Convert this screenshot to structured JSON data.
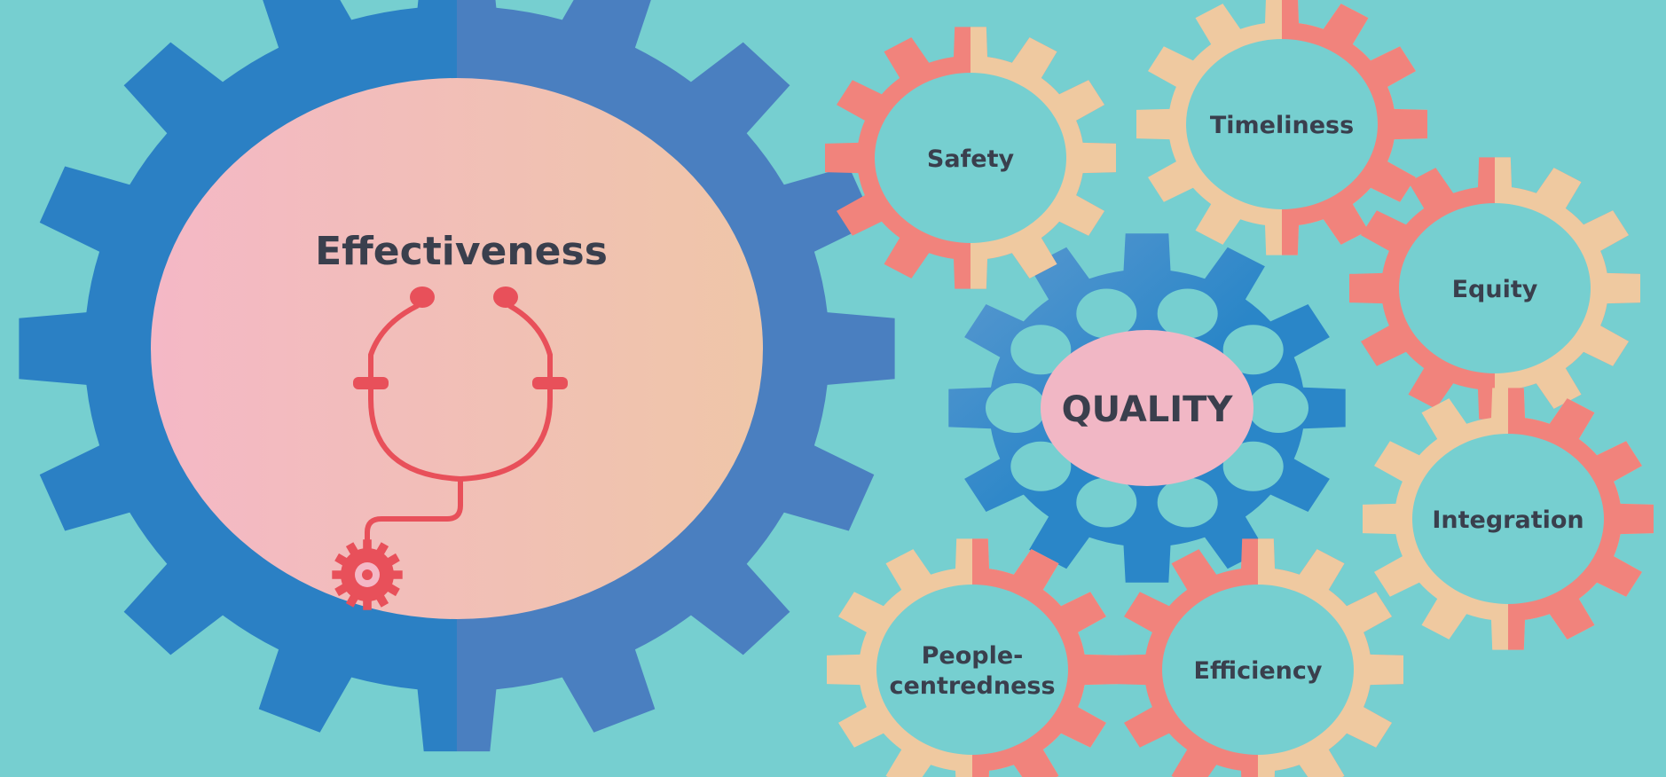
{
  "diagram": {
    "main_gear": {
      "label": "Effectiveness",
      "icon": "stethoscope-icon"
    },
    "center_gear": {
      "label": "QUALITY"
    },
    "dimension_gears": [
      {
        "id": "safety",
        "lines": [
          "Safety"
        ]
      },
      {
        "id": "timeliness",
        "lines": [
          "Timeliness"
        ]
      },
      {
        "id": "equity",
        "lines": [
          "Equity"
        ]
      },
      {
        "id": "integration",
        "lines": [
          "Integration"
        ]
      },
      {
        "id": "efficiency",
        "lines": [
          "Efficiency"
        ]
      },
      {
        "id": "people-centredness",
        "lines": [
          "People-",
          "centredness"
        ]
      }
    ]
  },
  "colors": {
    "background": "#76cfd0",
    "main_gear_dark": "#2b80c4",
    "main_gear_light": "#4a7fc0",
    "main_inner_left": "#f4b8c6",
    "main_inner_right": "#efc6a8",
    "stethoscope": "#e8505a",
    "center_gear_dark": "#2a86c8",
    "center_gear_light": "#5e9ad0",
    "center_hub": "#f1b7c5",
    "small_gear_coral": "#f1837c",
    "small_gear_tan": "#efc9a0",
    "label_text": "#3a3f4d"
  }
}
